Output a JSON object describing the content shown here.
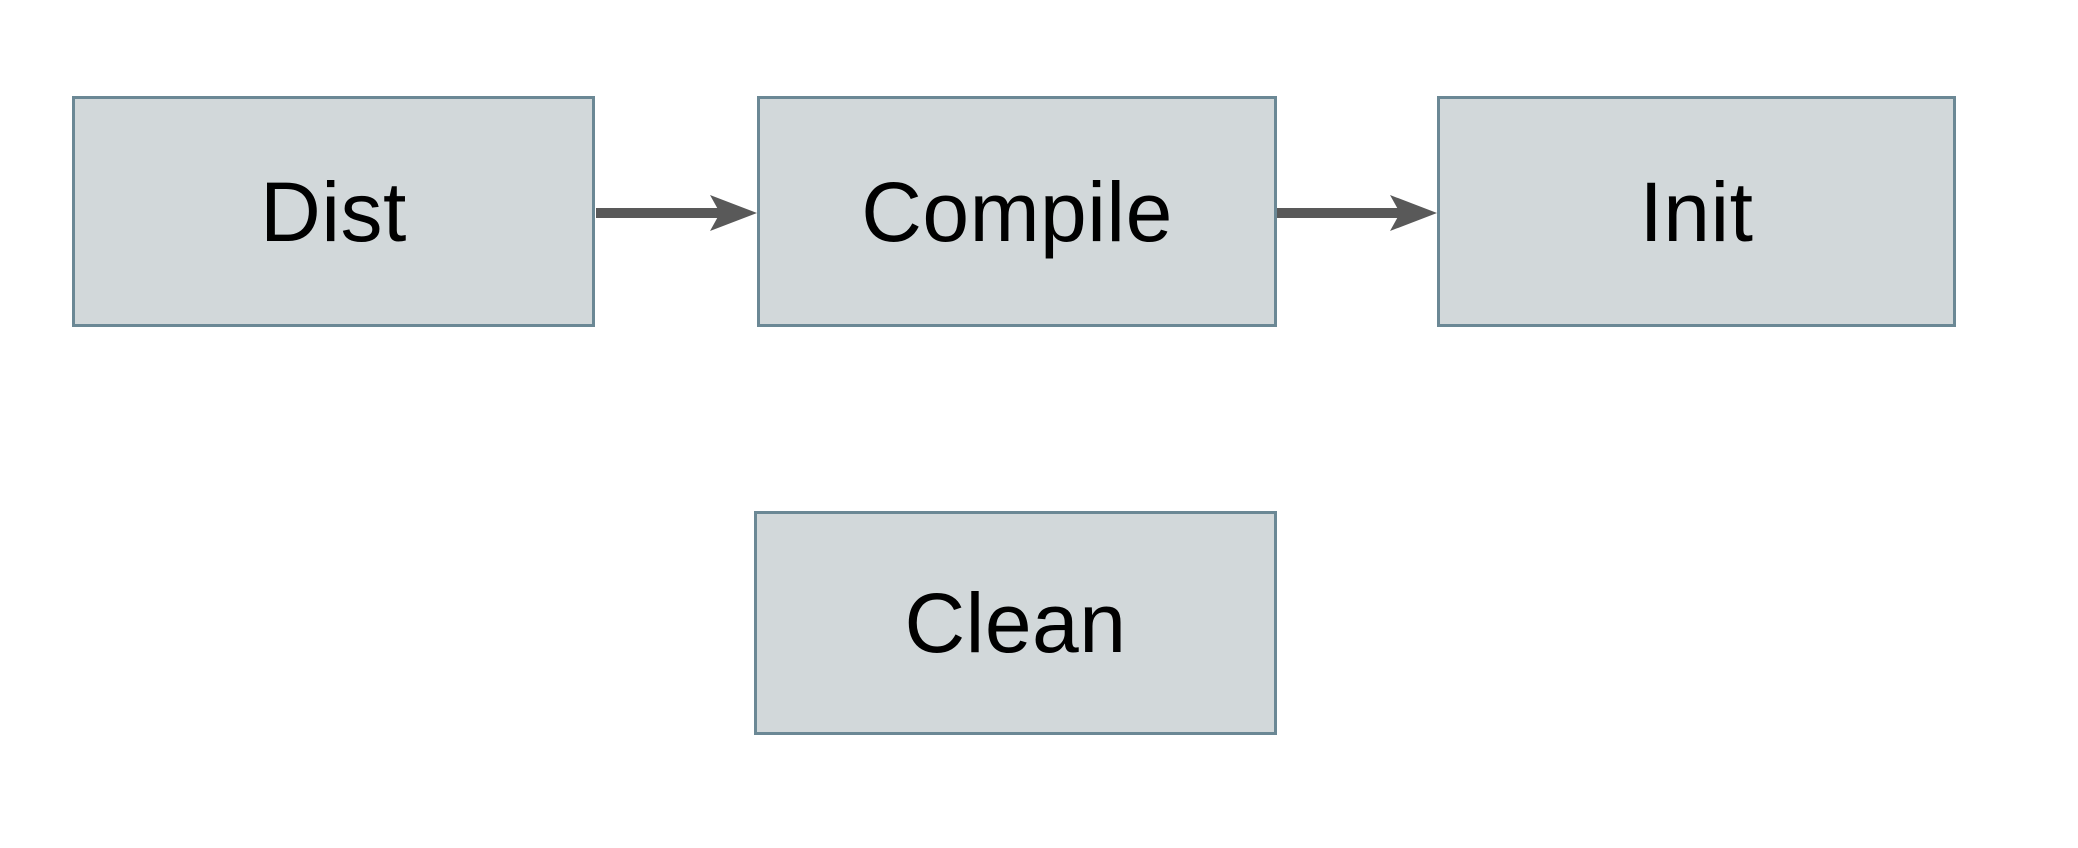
{
  "diagram": {
    "type": "flowchart",
    "nodes": [
      {
        "id": "dist",
        "label": "Dist",
        "shape": "rectangle",
        "row": "top"
      },
      {
        "id": "compile",
        "label": "Compile",
        "shape": "rectangle",
        "row": "top"
      },
      {
        "id": "init",
        "label": "Init",
        "shape": "rectangle",
        "row": "top"
      },
      {
        "id": "clean",
        "label": "Clean",
        "shape": "rectangle",
        "row": "bottom"
      }
    ],
    "edges": [
      {
        "from": "Dist",
        "to": "Compile",
        "style": "solid",
        "arrowhead": "barbed",
        "direction": "right"
      },
      {
        "from": "Compile",
        "to": "Init",
        "style": "solid",
        "arrowhead": "barbed",
        "direction": "right"
      }
    ],
    "colors": {
      "background": "#ffffff",
      "node_fill": "#d2d8da",
      "node_border": "#6b8895",
      "arrow": "#595959",
      "text": "#000000"
    }
  }
}
